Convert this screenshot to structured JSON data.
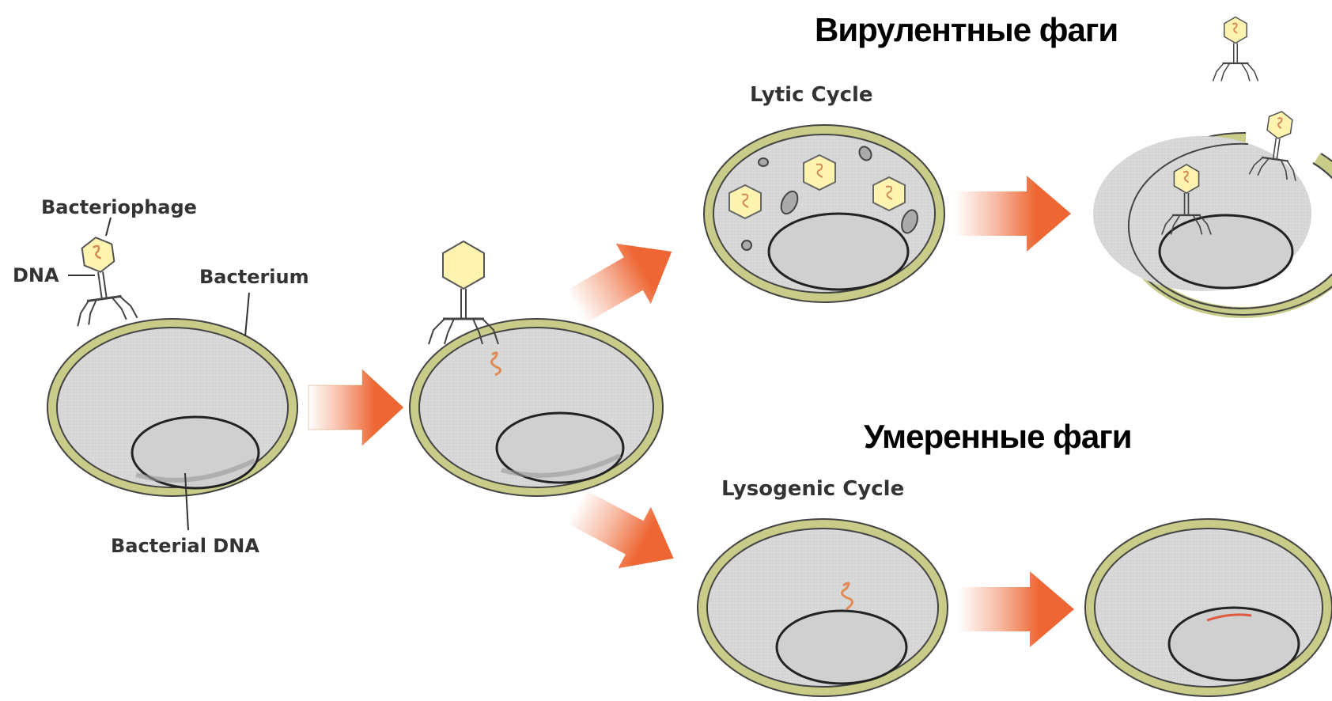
{
  "headings": {
    "virulent": "Вирулентные фаги",
    "temperate": "Умеренные фаги"
  },
  "labels": {
    "lytic": "Lytic Cycle",
    "lysogenic": "Lysogenic Cycle",
    "bacteriophage": "Bacteriophage",
    "dna": "DNA",
    "bacterium": "Bacterium",
    "bacterial_dna": "Bacterial DNA"
  },
  "colors": {
    "cell_fill": "#d9d9d9",
    "cell_wall": "#c8cc88",
    "nucleoid": "#d0d0d0",
    "arrow": "#ee6633",
    "phage_head": "#fff3b0",
    "phage_dna": "#e08a55"
  }
}
